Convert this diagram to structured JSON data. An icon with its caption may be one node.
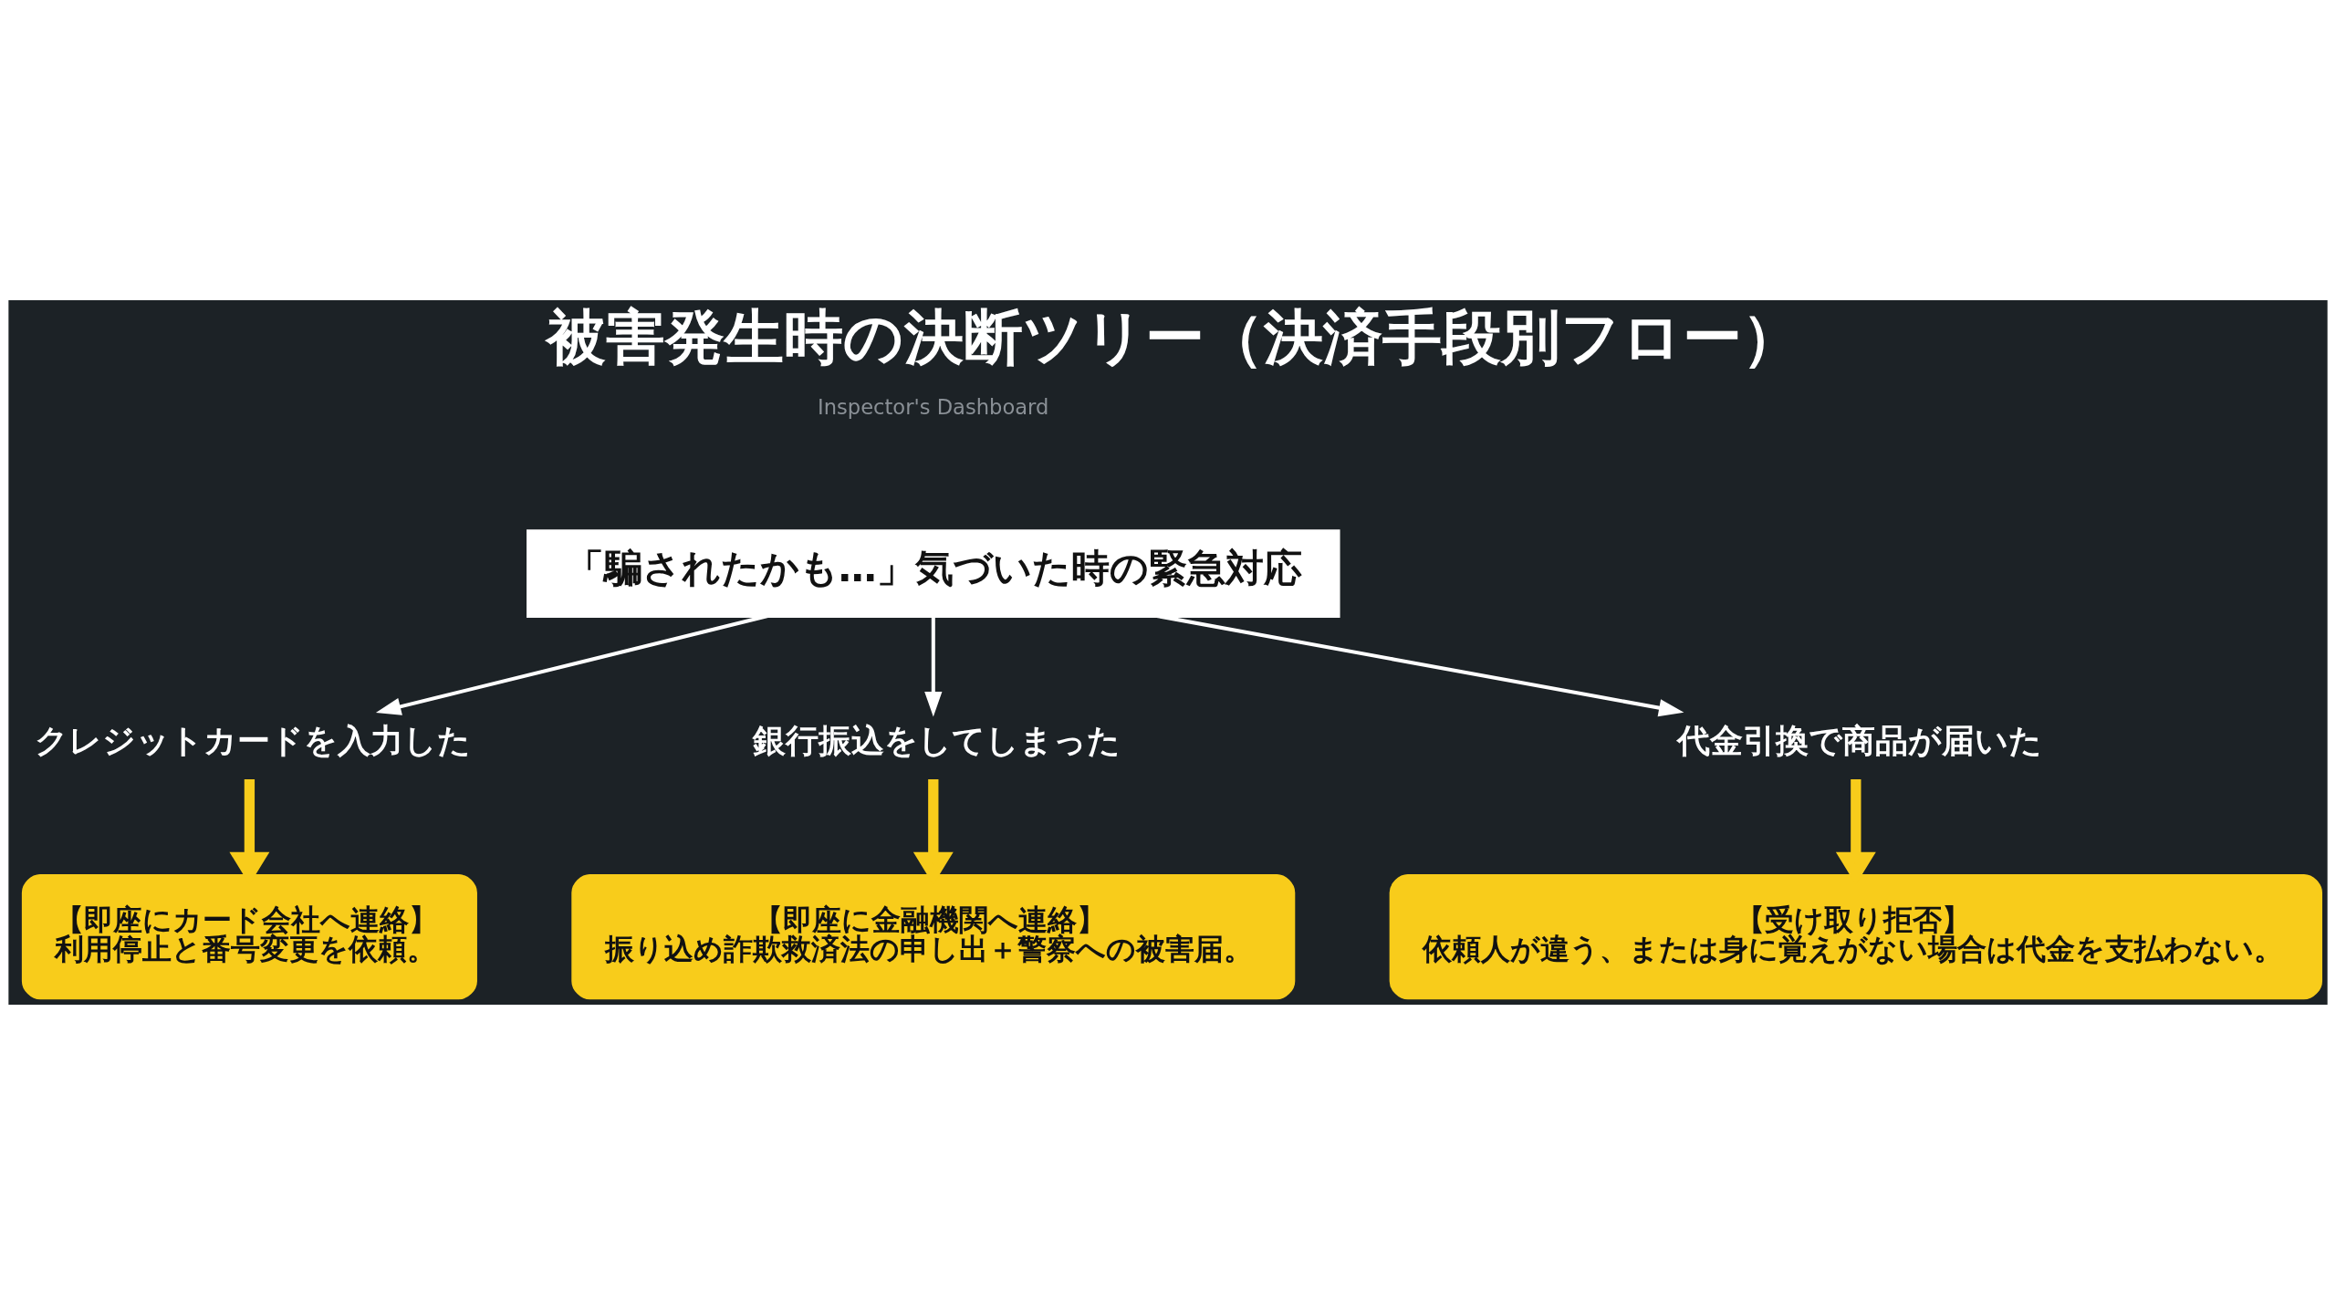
{
  "diagram": {
    "title": "被害発生時の決断ツリー（決済手段別フロー）",
    "nodes": [
      {
        "text": [
          "「騙されたかも…」気づいた時の緊急対応"
        ]
      },
      {
        "text": [
          "クレジットカードを入力した"
        ]
      },
      {
        "text": [
          "銀行振込をしてしまった"
        ]
      },
      {
        "text": [
          "代金引換で商品が届いた"
        ]
      },
      {
        "text": [
          "【即座にカード会社へ連絡】",
          "利用停止と番号変更を依頼。"
        ]
      },
      {
        "text": [
          "【即座に金融機関へ連絡】",
          "振り込め詐欺救済法の申し出＋警察への被害届。"
        ]
      },
      {
        "text": [
          "【受け取り拒否】",
          "依頼人が違う、または身に覚えがない場合は代金を支払わない。"
        ]
      }
    ],
    "edges": [
      {
        "from": 0,
        "to": 1,
        "arrow": "to"
      },
      {
        "from": 0,
        "to": 2,
        "arrow": "to"
      },
      {
        "from": 0,
        "to": 3,
        "arrow": "to"
      },
      {
        "from": 1,
        "to": 4,
        "arrow": "to",
        "style": "thick",
        "color": "#f8cc1b"
      },
      {
        "from": 2,
        "to": 5,
        "arrow": "to",
        "style": "thick",
        "color": "#f8cc1b"
      },
      {
        "from": 3,
        "to": 6,
        "arrow": "to",
        "style": "thick",
        "color": "#f8cc1b"
      }
    ],
    "labels": [
      "Inspector's Dashboard"
    ]
  }
}
